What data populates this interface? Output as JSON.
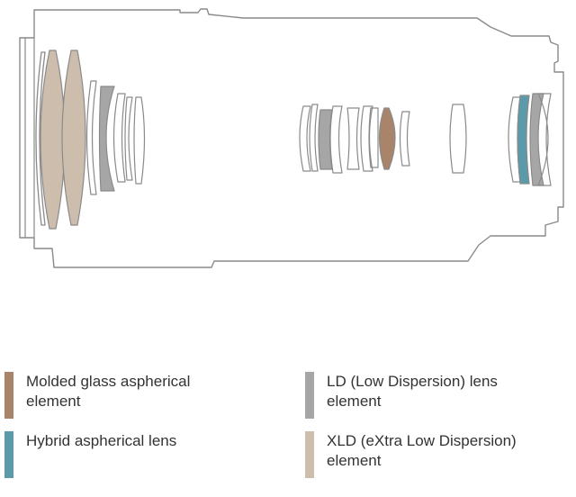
{
  "colors": {
    "outline": "#8a8a8a",
    "molded": "#a8856a",
    "ld": "#a6a6a6",
    "hybrid": "#5b9aaa",
    "xld": "#cdbdad",
    "text": "#333333"
  },
  "legend": [
    {
      "key": "molded",
      "label": "Molded glass aspherical element"
    },
    {
      "key": "ld",
      "label": "LD (Low Dispersion) lens element"
    },
    {
      "key": "hybrid",
      "label": "Hybrid aspherical lens"
    },
    {
      "key": "xld",
      "label": "XLD (eXtra Low Dispersion) element"
    }
  ]
}
